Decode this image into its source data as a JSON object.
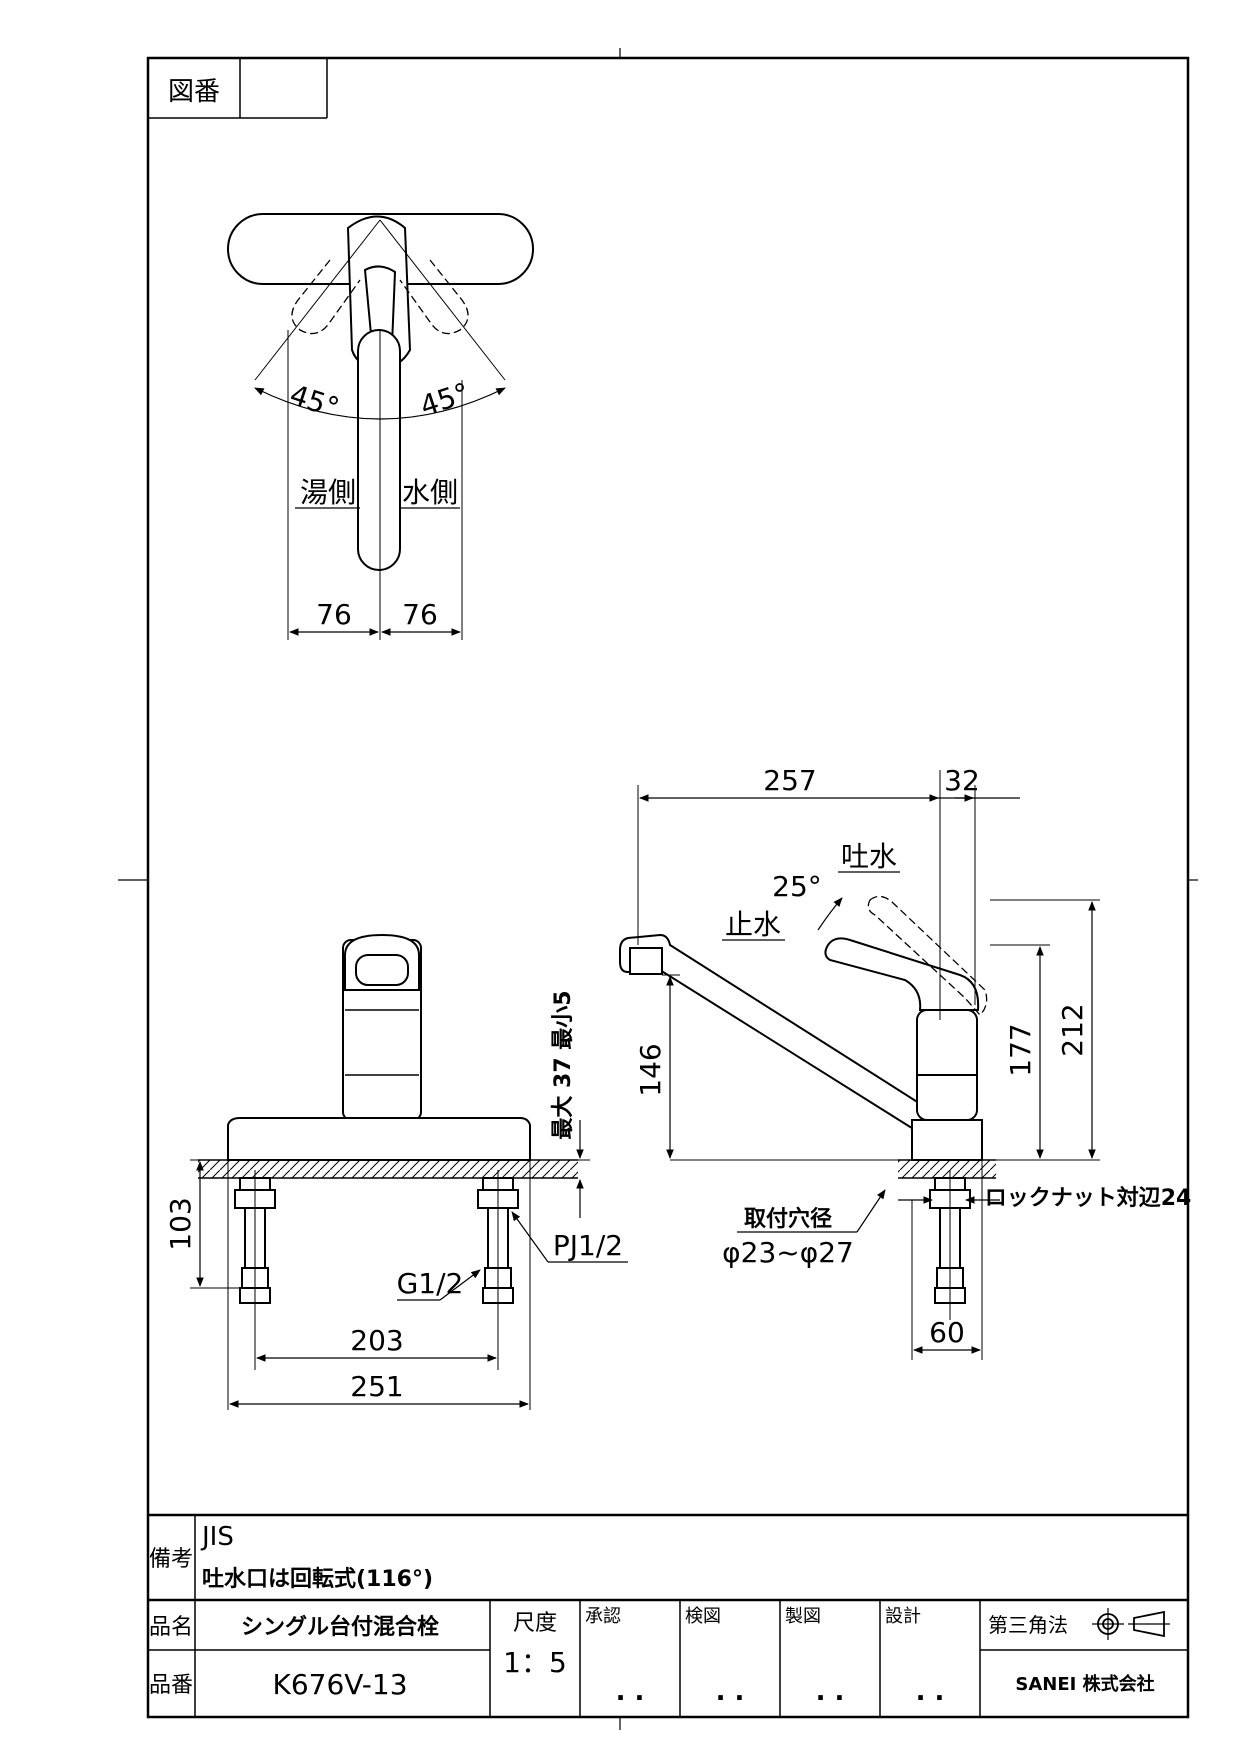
{
  "header": {
    "figure_no_label": "図番",
    "figure_no_value": ""
  },
  "top_view": {
    "angle_left": "45°",
    "angle_right": "45°",
    "hot_side": "湯側",
    "cold_side": "水側",
    "dim_left": "76",
    "dim_right": "76"
  },
  "front_view": {
    "dim_103": "103",
    "dim_203": "203",
    "dim_251": "251",
    "label_g12": "G1/2",
    "label_pj12": "PJ1/2",
    "label_thickness": "最大 37 最小5"
  },
  "side_view": {
    "dim_257": "257",
    "dim_32": "32",
    "spout_open": "吐水",
    "spout_close": "止水",
    "angle_25": "25°",
    "dim_146": "146",
    "dim_177": "177",
    "dim_212": "212",
    "hole_label": "取付穴径",
    "hole_value": "φ23~φ27",
    "locknut": "ロックナット対辺24",
    "dim_60": "60"
  },
  "title_block": {
    "remarks_label": "備考",
    "remarks_line1": "JIS",
    "remarks_line2": "吐水口は回転式(116°)",
    "name_label": "品名",
    "name_value": "シングル台付混合栓",
    "number_label": "品番",
    "number_value": "K676V-13",
    "scale_label": "尺度",
    "scale_value": "1：5",
    "approval": "承認",
    "check": "検図",
    "drawn": "製図",
    "design": "設計",
    "dots": ". .",
    "projection": "第三角法",
    "company": "SANEI 株式会社"
  }
}
